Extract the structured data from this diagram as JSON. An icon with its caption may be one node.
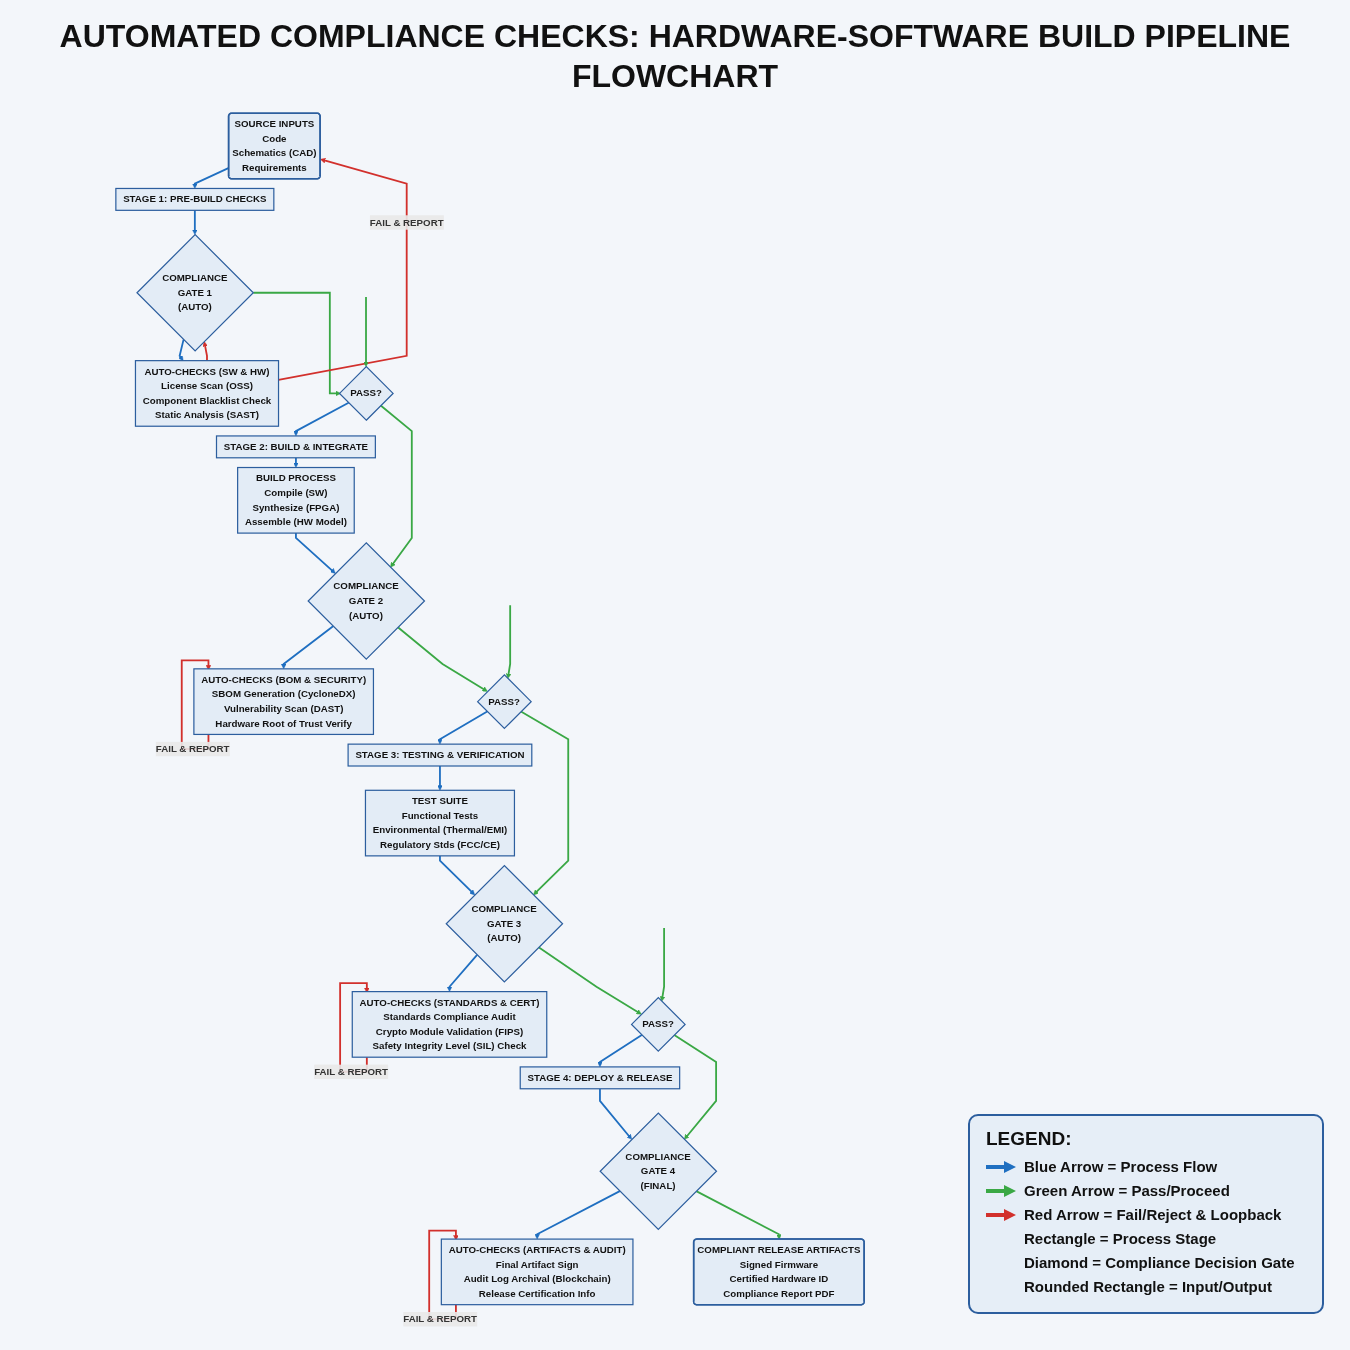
{
  "diagram": {
    "title": "AUTOMATED COMPLIANCE CHECKS: HARDWARE-SOFTWARE BUILD PIPELINE FLOWCHART",
    "nodes": [
      {
        "text": [
          "SOURCE INPUTS",
          "Code",
          "Schematics (CAD)",
          "Requirements"
        ]
      },
      {
        "text": [
          "STAGE 1: PRE-BUILD CHECKS"
        ]
      },
      {
        "text": [
          "COMPLIANCE GATE 1 (AUTO)"
        ]
      },
      {
        "text": [
          "AUTO-CHECKS (SW & HW)",
          "License Scan (OSS)",
          "Component Blacklist Check",
          "Static Analysis (SAST)"
        ]
      },
      {
        "text": [
          "PASS?"
        ]
      },
      {
        "text": [
          "STAGE 2: BUILD & INTEGRATE"
        ]
      },
      {
        "text": [
          "BUILD PROCESS",
          "Compile (SW)",
          "Synthesize (FPGA)",
          "Assemble (HW Model)"
        ]
      },
      {
        "text": [
          "COMPLIANCE GATE 2 (AUTO)"
        ]
      },
      {
        "text": [
          "AUTO-CHECKS (BOM & SECURITY)",
          "SBOM Generation (CycloneDX)",
          "Vulnerability Scan (DAST)",
          "Hardware Root of Trust Verify"
        ]
      },
      {
        "text": [
          "PASS?"
        ]
      },
      {
        "text": [
          "STAGE 3: TESTING & VERIFICATION"
        ]
      },
      {
        "text": [
          "TEST SUITE",
          "Functional Tests",
          "Environmental (Thermal/EMI)",
          "Regulatory Stds (FCC/CE)"
        ]
      },
      {
        "text": [
          "COMPLIANCE GATE 3 (AUTO)"
        ]
      },
      {
        "text": [
          "AUTO-CHECKS (STANDARDS & CERT)",
          "Standards Compliance Audit",
          "Crypto Module Validation (FIPS)",
          "Safety Integrity Level (SIL) Check"
        ]
      },
      {
        "text": [
          "PASS?"
        ]
      },
      {
        "text": [
          "STAGE 4: DEPLOY & RELEASE"
        ]
      },
      {
        "text": [
          "COMPLIANCE GATE 4 (FINAL)"
        ]
      },
      {
        "text": [
          "AUTO-CHECKS (ARTIFACTS & AUDIT)",
          "Final Artifact Sign",
          "Audit Log Archival (Blockchain)",
          "Release Certification Info"
        ]
      },
      {
        "text": [
          "COMPLIANT RELEASE ARTIFACTS",
          "Signed Firmware",
          "Certified Hardware ID",
          "Compliance Report PDF"
        ]
      }
    ],
    "edges": [
      {
        "from": 0,
        "to": 1,
        "arrow": "to"
      },
      {
        "from": 1,
        "to": 2,
        "arrow": "to"
      },
      {
        "from": 2,
        "to": 3,
        "arrow": "to"
      },
      {
        "from": 2,
        "to": 4,
        "arrow": "to",
        "color": "#3aa845"
      },
      {
        "from": 3,
        "to": 0,
        "arrow": "to",
        "label": "FAIL & REPORT",
        "color": "#d2302c"
      },
      {
        "from": 3,
        "to": 2,
        "arrow": "to",
        "color": "#d2302c"
      },
      {
        "from": 4,
        "to": 5,
        "arrow": "to"
      },
      {
        "from": 4,
        "to": 7,
        "arrow": "to",
        "color": "#3aa845"
      },
      {
        "from": 5,
        "to": 6,
        "arrow": "to"
      },
      {
        "from": 6,
        "to": 7,
        "arrow": "to"
      },
      {
        "from": 7,
        "to": 8,
        "arrow": "to"
      },
      {
        "from": 7,
        "to": 9,
        "arrow": "to",
        "color": "#3aa845"
      },
      {
        "from": 8,
        "to": 8,
        "arrow": "to",
        "label": "FAIL & REPORT",
        "color": "#d2302c"
      },
      {
        "from": 9,
        "to": 10,
        "arrow": "to"
      },
      {
        "from": 9,
        "to": 12,
        "arrow": "to",
        "color": "#3aa845"
      },
      {
        "from": 10,
        "to": 11,
        "arrow": "to"
      },
      {
        "from": 11,
        "to": 12,
        "arrow": "to"
      },
      {
        "from": 12,
        "to": 13,
        "arrow": "to"
      },
      {
        "from": 12,
        "to": 14,
        "arrow": "to",
        "color": "#3aa845"
      },
      {
        "from": 13,
        "to": 13,
        "arrow": "to",
        "label": "FAIL & REPORT",
        "color": "#d2302c"
      },
      {
        "from": 14,
        "to": 15,
        "arrow": "to"
      },
      {
        "from": 14,
        "to": 16,
        "arrow": "to",
        "color": "#3aa845"
      },
      {
        "from": 15,
        "to": 16,
        "arrow": "to"
      },
      {
        "from": 16,
        "to": 17,
        "arrow": "to"
      },
      {
        "from": 16,
        "to": 18,
        "arrow": "to",
        "color": "#3aa845"
      },
      {
        "from": 17,
        "to": 17,
        "arrow": "to",
        "label": "FAIL & REPORT",
        "color": "#d2302c"
      },
      {
        "from": null,
        "to": 4,
        "arrow": "to",
        "color": "#3aa845"
      },
      {
        "from": null,
        "to": 9,
        "arrow": "to",
        "color": "#3aa845"
      },
      {
        "from": null,
        "to": 14,
        "arrow": "to",
        "color": "#3aa845"
      }
    ],
    "labels": [
      "LEGEND:"
    ],
    "legend": [
      {
        "text": "Blue Arrow = Process Flow",
        "color": "#1f6fc1"
      },
      {
        "text": "Green Arrow = Pass/Proceed",
        "color": "#3aa845"
      },
      {
        "text": "Red Arrow = Fail/Reject & Loopback",
        "color": "#d2302c"
      },
      {
        "text": "Rectangle = Process Stage"
      },
      {
        "text": "Diamond = Compliance Decision Gate"
      },
      {
        "text": "Rounded Rectangle = Input/Output"
      }
    ]
  }
}
